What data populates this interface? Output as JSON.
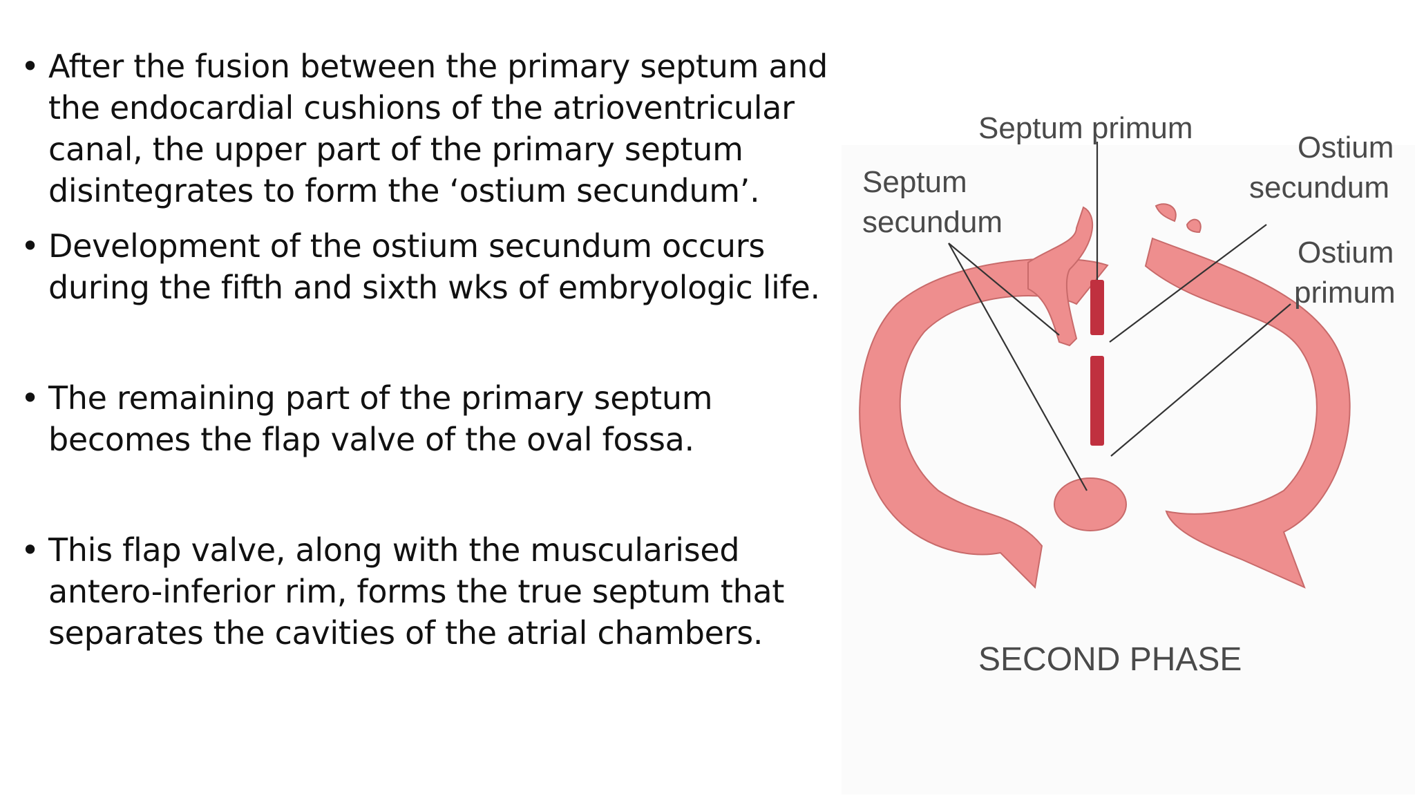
{
  "bullets": [
    {
      "text": "After the fusion between the primary septum and the endocardial cushions of the atrioventricular canal, the upper part of the primary septum disintegrates to form the ‘ostium secundum’."
    },
    {
      "text": "Development of the ostium secundum occurs during the fifth and sixth wks of embryologic life."
    },
    {
      "text": "The remaining part of the primary septum becomes the flap valve of the oval fossa."
    },
    {
      "text": "This flap valve, along with the muscularised antero-inferior rim, forms the true septum that separates the cavities of the atrial chambers."
    }
  ],
  "bullet_symbol": "•",
  "figure": {
    "labels": {
      "septum_primum": "Septum primum",
      "septum_secundum_1": "Septum",
      "septum_secundum_2": "secundum",
      "ostium_secundum_1": "Ostium",
      "ostium_secundum_2": "secundum",
      "ostium_primum_1": "Ostium",
      "ostium_primum_2": "primum",
      "phase": "SECOND PHASE"
    },
    "colors": {
      "wall_fill": "#ee8e8e",
      "wall_stroke": "#c86a6a",
      "septum_primum": "#c0303f",
      "leader_line": "#333333"
    }
  }
}
